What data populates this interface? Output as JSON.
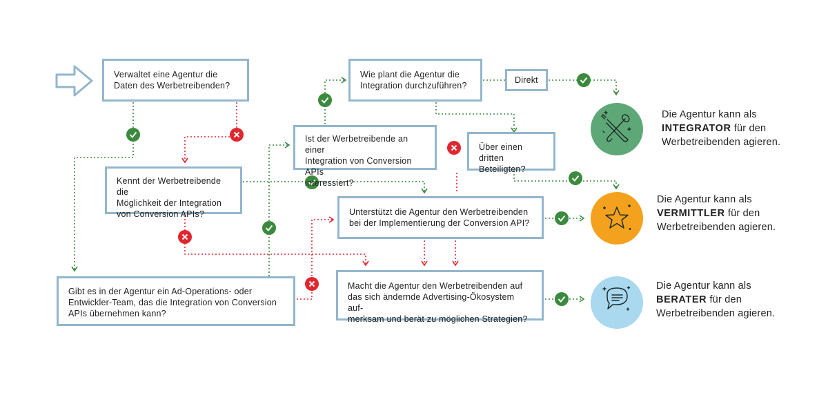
{
  "colors": {
    "box_border": "#93b6cc",
    "yes": "#3b8a3e",
    "no": "#e0262f",
    "integrator": "#5ea878",
    "vermittler": "#f4a21e",
    "berater": "#a9d8ef"
  },
  "icons": {
    "start": "arrow-right-outline-icon",
    "yes": "check-circle-icon",
    "no": "x-circle-icon",
    "integrator": "wrench-screwdriver-icon",
    "vermittler": "star-icon",
    "berater": "speech-bubble-icon"
  },
  "boxes": {
    "q1": [
      "Verwaltet eine Agentur die",
      "Daten des Werbetreibenden?"
    ],
    "q2": [
      "Kennt der Werbetreibende die",
      "Möglichkeit der Integration",
      "von Conversion APIs?"
    ],
    "q3": [
      "Gibt es in der Agentur ein Ad-Operations- oder",
      "Entwickler-Team, das die Integration von Conversion",
      "APIs übernehmen kann?"
    ],
    "q4": [
      "Ist der Werbetreibende an einer",
      "Integration von Conversion APIs",
      "interessiert?"
    ],
    "q5": [
      "Wie plant die Agentur die",
      "Integration durchzuführen?"
    ],
    "direkt": "Direkt",
    "dritte": [
      "Über einen dritten",
      "Beteiligten?"
    ],
    "q6": [
      "Unterstützt die Agentur den Werbetreibenden",
      "bei der Implementierung der Conversion API?"
    ],
    "q7": [
      "Macht die Agentur den Werbetreibenden auf",
      "das sich ändernde Advertising-Ökosystem auf-",
      "merksam und berät zu möglichen Strategien?"
    ]
  },
  "outcomes": {
    "integrator": {
      "line1": "Die Agentur kann als",
      "role": "INTEGRATOR",
      "rest": " für den",
      "line3": "Werbetreibenden agieren."
    },
    "vermittler": {
      "line1": "Die Agentur kann als",
      "role": "VERMITTLER",
      "rest": " für den",
      "line3": "Werbetreibenden agieren."
    },
    "berater": {
      "line1": "Die Agentur kann als",
      "role": "BERATER",
      "rest": " für den",
      "line3": "Werbetreibenden agieren."
    }
  }
}
